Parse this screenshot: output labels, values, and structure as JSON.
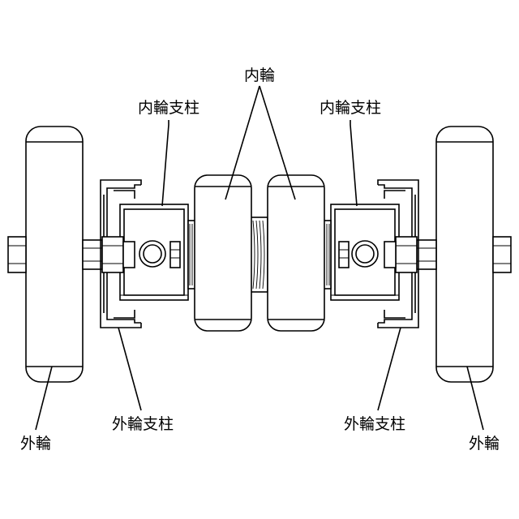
{
  "labels": {
    "inner_wheel": "内輪",
    "inner_wheel_strut_left": "内輪支柱",
    "inner_wheel_strut_right": "内輪支柱",
    "outer_wheel_strut_left": "外輪支柱",
    "outer_wheel_strut_right": "外輪支柱",
    "outer_wheel_left": "外輪",
    "outer_wheel_right": "外輪"
  },
  "colors": {
    "line": "#000000",
    "background": "#ffffff"
  }
}
